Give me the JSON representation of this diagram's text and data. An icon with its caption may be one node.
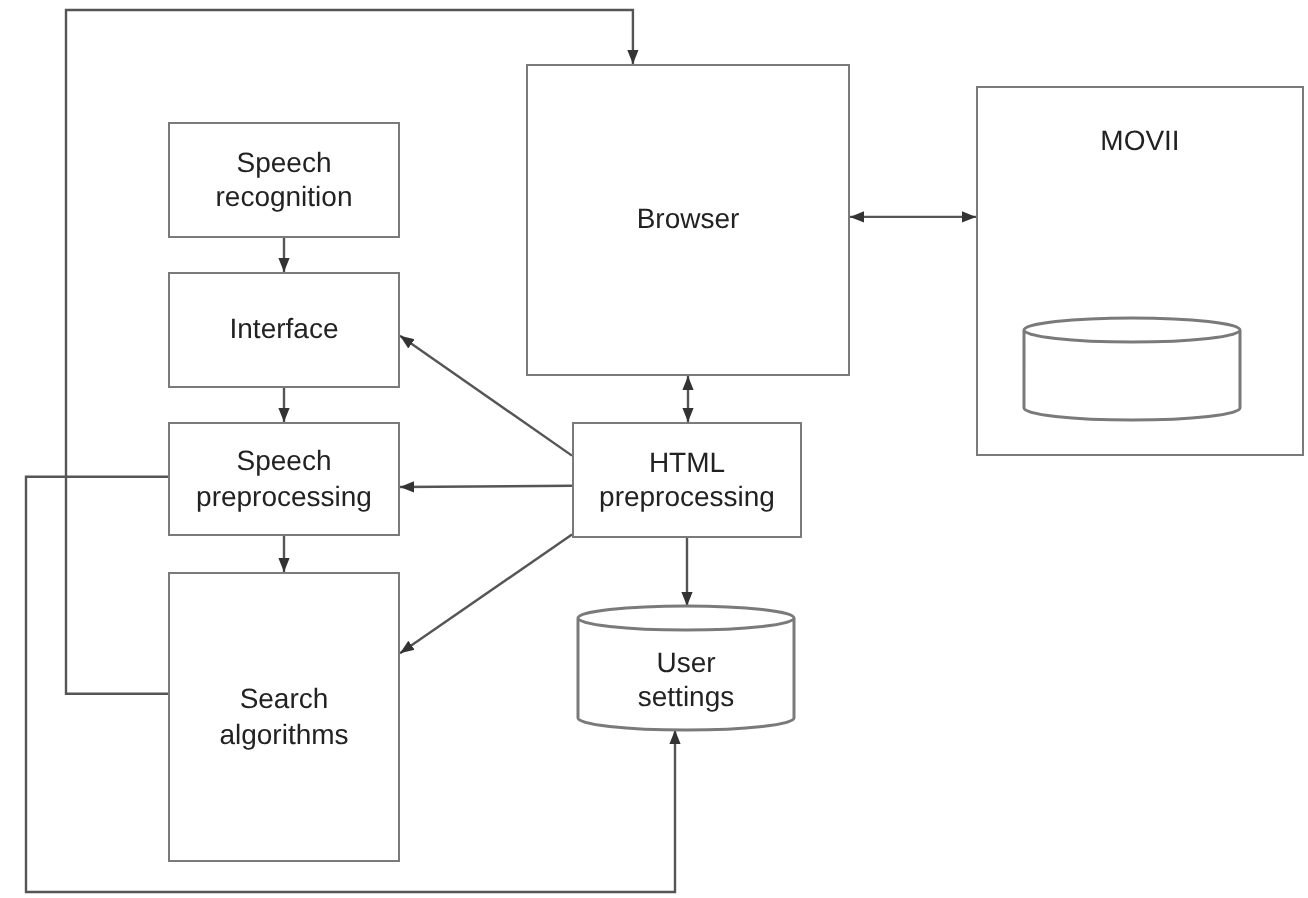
{
  "diagram": {
    "nodes": [
      {
        "text": [
          "Speech recognition"
        ]
      },
      {
        "text": [
          "Interface"
        ]
      },
      {
        "text": [
          "Browser"
        ]
      },
      {
        "text": [
          "MOVII"
        ]
      },
      {
        "text": [],
        "shape": "cylinder",
        "in": 3
      },
      {
        "text": [
          "Speech preprocessing"
        ]
      },
      {
        "text": [
          "HTML preprocessing"
        ]
      },
      {
        "text": [
          "Search algorithms"
        ]
      },
      {
        "text": [
          "User settings"
        ]
      }
    ],
    "edges": [
      {
        "from": 0,
        "to": 1,
        "arrow": "to"
      },
      {
        "from": 1,
        "to": 5,
        "arrow": "to"
      },
      {
        "from": 5,
        "to": 7,
        "arrow": "to"
      },
      {
        "from": 6,
        "to": 1,
        "arrow": "to"
      },
      {
        "from": 6,
        "to": 5,
        "arrow": "to"
      },
      {
        "from": 6,
        "to": 7,
        "arrow": "to"
      },
      {
        "from": 2,
        "to": 6,
        "arrow": "both"
      },
      {
        "from": 2,
        "to": 3,
        "arrow": "both"
      },
      {
        "from": 6,
        "to": 8,
        "arrow": "to"
      },
      {
        "from": 7,
        "to": 2,
        "arrow": "to"
      },
      {
        "from": 5,
        "to": 8,
        "arrow": "to"
      }
    ]
  }
}
